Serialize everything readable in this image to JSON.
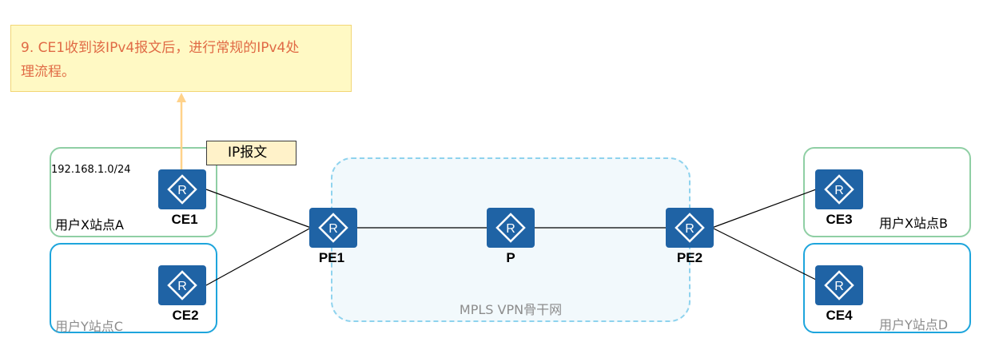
{
  "callout": {
    "line1": "9. CE1收到该IPv4报文后，进行常规的IPv4处",
    "line2": "理流程。"
  },
  "packet_tag": "IP报文",
  "subnet": "192.168.1.0/24",
  "backbone_label": "MPLS VPN骨干网",
  "sites": {
    "site_a": "用户X站点A",
    "site_c": "用户Y站点C",
    "site_b": "用户X站点B",
    "site_d": "用户Y站点D"
  },
  "devices": {
    "ce1": "CE1",
    "ce2": "CE2",
    "ce3": "CE3",
    "ce4": "CE4",
    "pe1": "PE1",
    "p": "P",
    "pe2": "PE2"
  },
  "colors": {
    "router": "#1f63a5",
    "site_x_border": "#8fcfa4",
    "site_y_border": "#1ea5dc",
    "backbone_border": "#8fd3ee",
    "callout_text": "#e06a45",
    "arrow": "#ffd28a"
  },
  "icons": {
    "router": "router-icon"
  }
}
